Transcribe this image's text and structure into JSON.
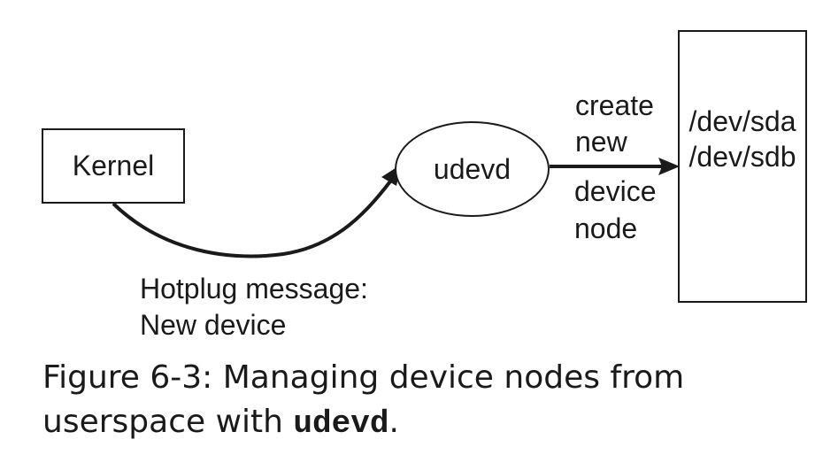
{
  "diagram": {
    "kernel_label": "Kernel",
    "udevd_label": "udevd",
    "dev_nodes": [
      "/dev/sda",
      "/dev/sdb"
    ],
    "edge_label_top": [
      "create",
      "new"
    ],
    "edge_label_bottom": [
      "device",
      "node"
    ],
    "hotplug_label": [
      "Hotplug message:",
      "New device"
    ]
  },
  "caption": {
    "prefix": "Figure 6-3: Managing device nodes from",
    "line2_text": "userspace with ",
    "code": "udevd",
    "suffix": "."
  }
}
